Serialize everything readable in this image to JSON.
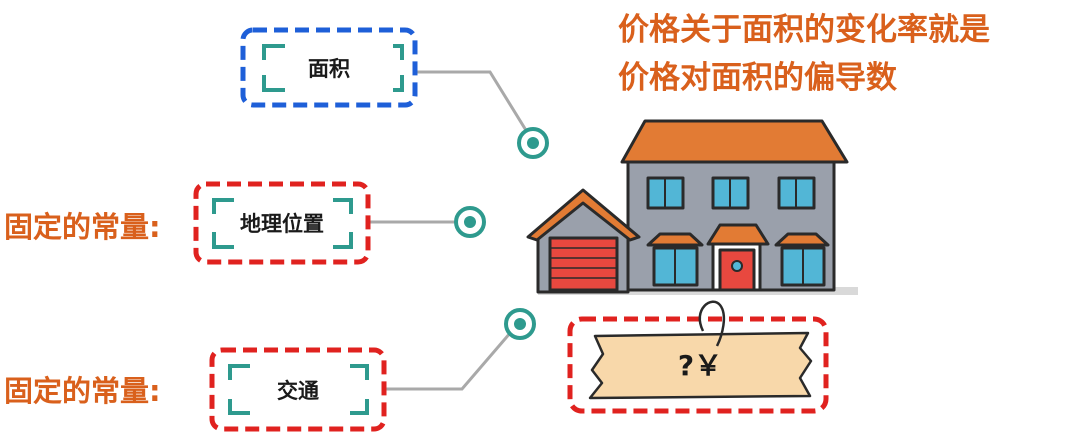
{
  "headline": {
    "line1": "价格关于面积的变化率就是",
    "line2": "价格对面积的偏导数"
  },
  "factors": [
    {
      "label": "面积",
      "tag": ""
    },
    {
      "label": "地理位置",
      "tag": "固定的常量:"
    },
    {
      "label": "交通",
      "tag": "固定的常量:"
    }
  ],
  "price_tag": {
    "text": "?￥"
  },
  "colors": {
    "blue_dash": "#1e5fd8",
    "red_dash": "#e0221f",
    "teal": "#2e9a8e",
    "orange_text": "#d9601c",
    "roof": "#e27b34",
    "wall": "#9aa0ab",
    "garage_door": "#e8483f"
  }
}
